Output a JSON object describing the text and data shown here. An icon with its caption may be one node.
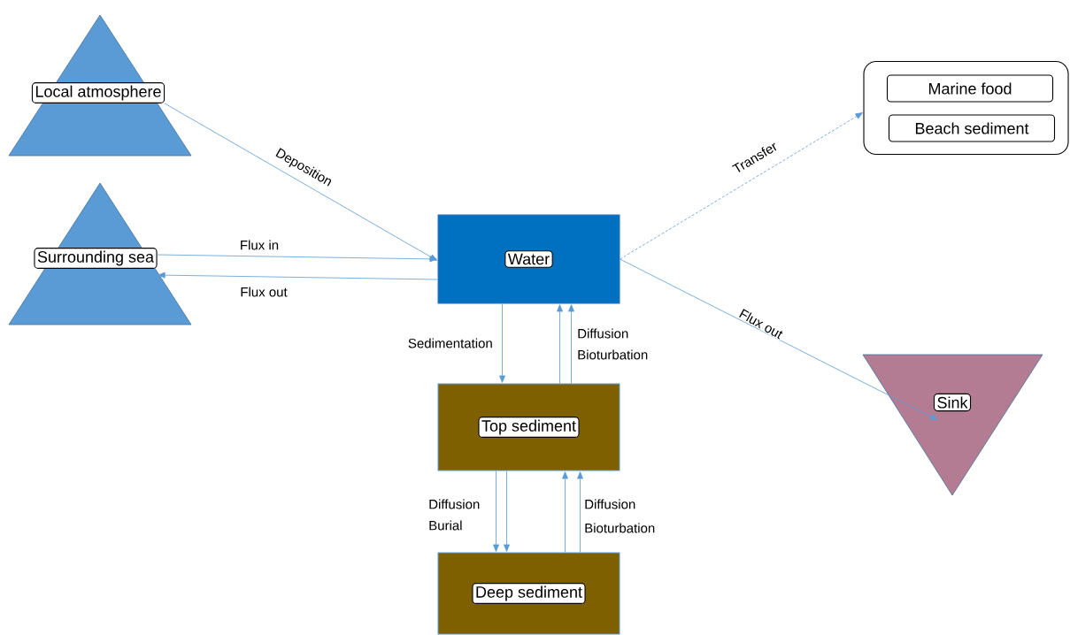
{
  "diagram": {
    "nodes": [
      {
        "text": [
          "Local atmosphere"
        ]
      },
      {
        "text": [
          "Surrounding sea"
        ]
      },
      {
        "text": [],
        "shape": "box"
      },
      {
        "text": [
          "Marine food"
        ],
        "in": 2
      },
      {
        "text": [
          "Beach sediment"
        ],
        "in": 2
      },
      {
        "text": [
          "Water"
        ]
      },
      {
        "text": [
          "Top sediment"
        ]
      },
      {
        "text": [
          "Deep sediment"
        ]
      },
      {
        "text": [
          "Sink"
        ]
      }
    ],
    "edges": [
      {
        "from": 0,
        "to": 5,
        "arrow": "to",
        "label": "Deposition"
      },
      {
        "from": 1,
        "to": 5,
        "arrow": "to",
        "label": "Flux in"
      },
      {
        "from": 5,
        "to": 1,
        "arrow": "to",
        "label": "Flux out"
      },
      {
        "from": 5,
        "to": 2,
        "arrow": "to",
        "label": "Transfer",
        "style": "dashed"
      },
      {
        "from": 5,
        "to": 8,
        "arrow": "to",
        "label": "Flux out"
      },
      {
        "from": 5,
        "to": 6,
        "arrow": "to",
        "label": "Sedimentation"
      },
      {
        "from": 6,
        "to": 5,
        "arrow": "to",
        "label": "Diffusion"
      },
      {
        "from": 6,
        "to": 5,
        "arrow": "to",
        "label": "Bioturbation"
      },
      {
        "from": 6,
        "to": 7,
        "arrow": "to",
        "label": "Diffusion"
      },
      {
        "from": 6,
        "to": 7,
        "arrow": "to",
        "label": "Burial"
      },
      {
        "from": 7,
        "to": 6,
        "arrow": "to",
        "label": "Diffusion"
      },
      {
        "from": 7,
        "to": 6,
        "arrow": "to",
        "label": "Bioturbation"
      }
    ]
  }
}
